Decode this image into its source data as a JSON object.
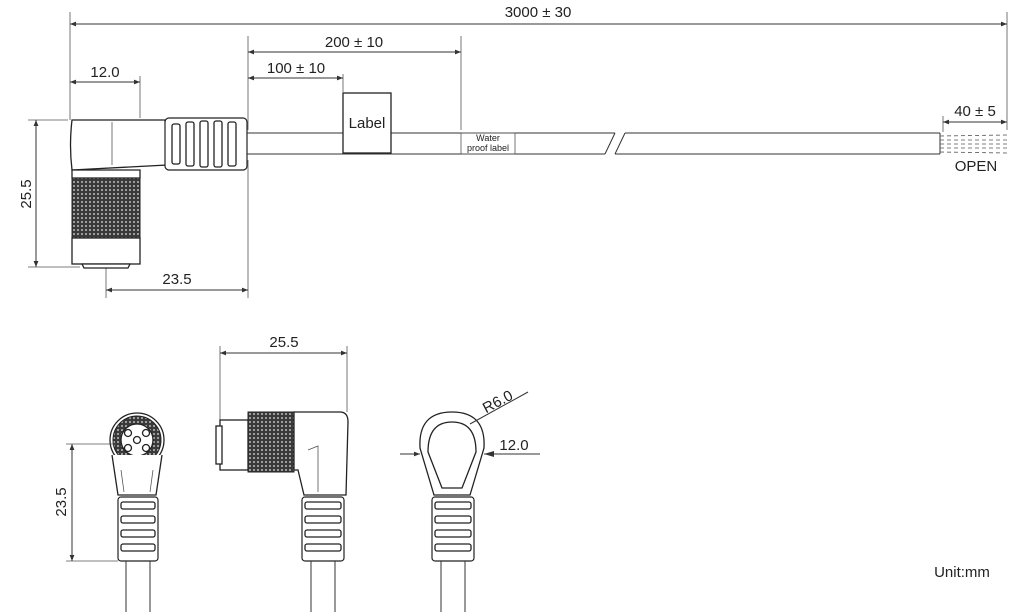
{
  "dims": {
    "overall_length": "3000 ± 30",
    "label_to_waterproof": "200 ± 10",
    "label_offset": "100 ± 10",
    "head_width": "12.0",
    "head_height": "25.5",
    "head_length": "23.5",
    "strip_length": "40 ± 5",
    "side_view_length": "25.5",
    "front_view_height": "23.5",
    "radius": "R6.0",
    "top_view_width": "12.0"
  },
  "labels": {
    "label_tag": "Label",
    "waterproof_line1": "Water",
    "waterproof_line2": "proof label",
    "open_end": "OPEN",
    "unit": "Unit:mm"
  }
}
